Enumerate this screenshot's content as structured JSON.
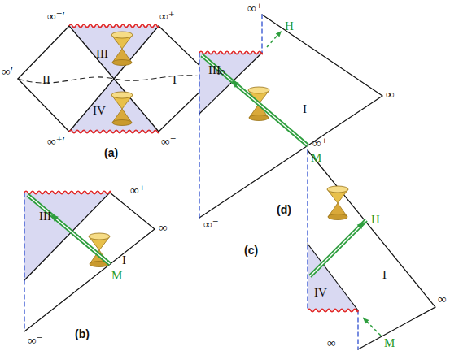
{
  "diagram": {
    "labels": [
      "∞⁻′",
      "∞⁺",
      "∞′",
      "III",
      "II",
      "I",
      "∞",
      "IV",
      "∞⁺′",
      "∞⁻",
      "(a)",
      "∞⁺",
      "III",
      "I",
      "∞",
      "M",
      "∞⁻",
      "(b)",
      "∞⁺",
      "H",
      "III",
      "I",
      "∞",
      "M",
      "∞⁻",
      "(c)",
      "∞⁺",
      "H",
      "I",
      "IV",
      "∞",
      "M",
      "∞⁻",
      "(d)"
    ]
  }
}
